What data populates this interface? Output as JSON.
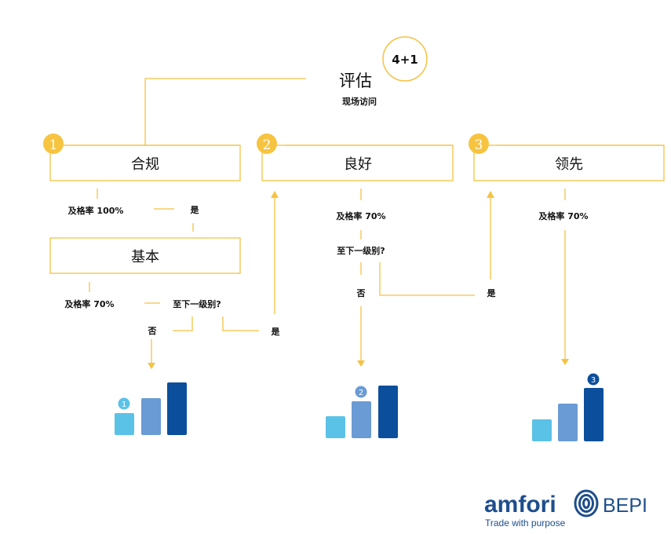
{
  "colors": {
    "line": "#F5C242",
    "circle_fill": "#F6C440",
    "bar_light": "#5BC2E7",
    "bar_mid": "#6A9BD4",
    "bar_dark": "#0B4F9C",
    "brand": "#1E4E8C"
  },
  "header": {
    "badge": "4+1",
    "title": "评估",
    "subtitle": "现场访问"
  },
  "levels": [
    {
      "number": "1",
      "label": "合规"
    },
    {
      "number": "2",
      "label": "良好"
    },
    {
      "number": "3",
      "label": "领先"
    }
  ],
  "basic_box": {
    "label": "基本"
  },
  "texts": {
    "pass_100": "及格率 100%",
    "yes_1": "是",
    "pass_70_basic": "及格率 70%",
    "next_level_basic": "至下一级别?",
    "no_basic": "否",
    "yes_basic": "是",
    "pass_70_good": "及格率 70%",
    "next_level_good": "至下一级别?",
    "no_good": "否",
    "yes_good": "是",
    "pass_70_lead": "及格率 70%"
  },
  "bar_badges": [
    "1",
    "2",
    "3"
  ],
  "brand": {
    "name": "amfori",
    "product": "BEPI",
    "tagline": "Trade with purpose"
  }
}
